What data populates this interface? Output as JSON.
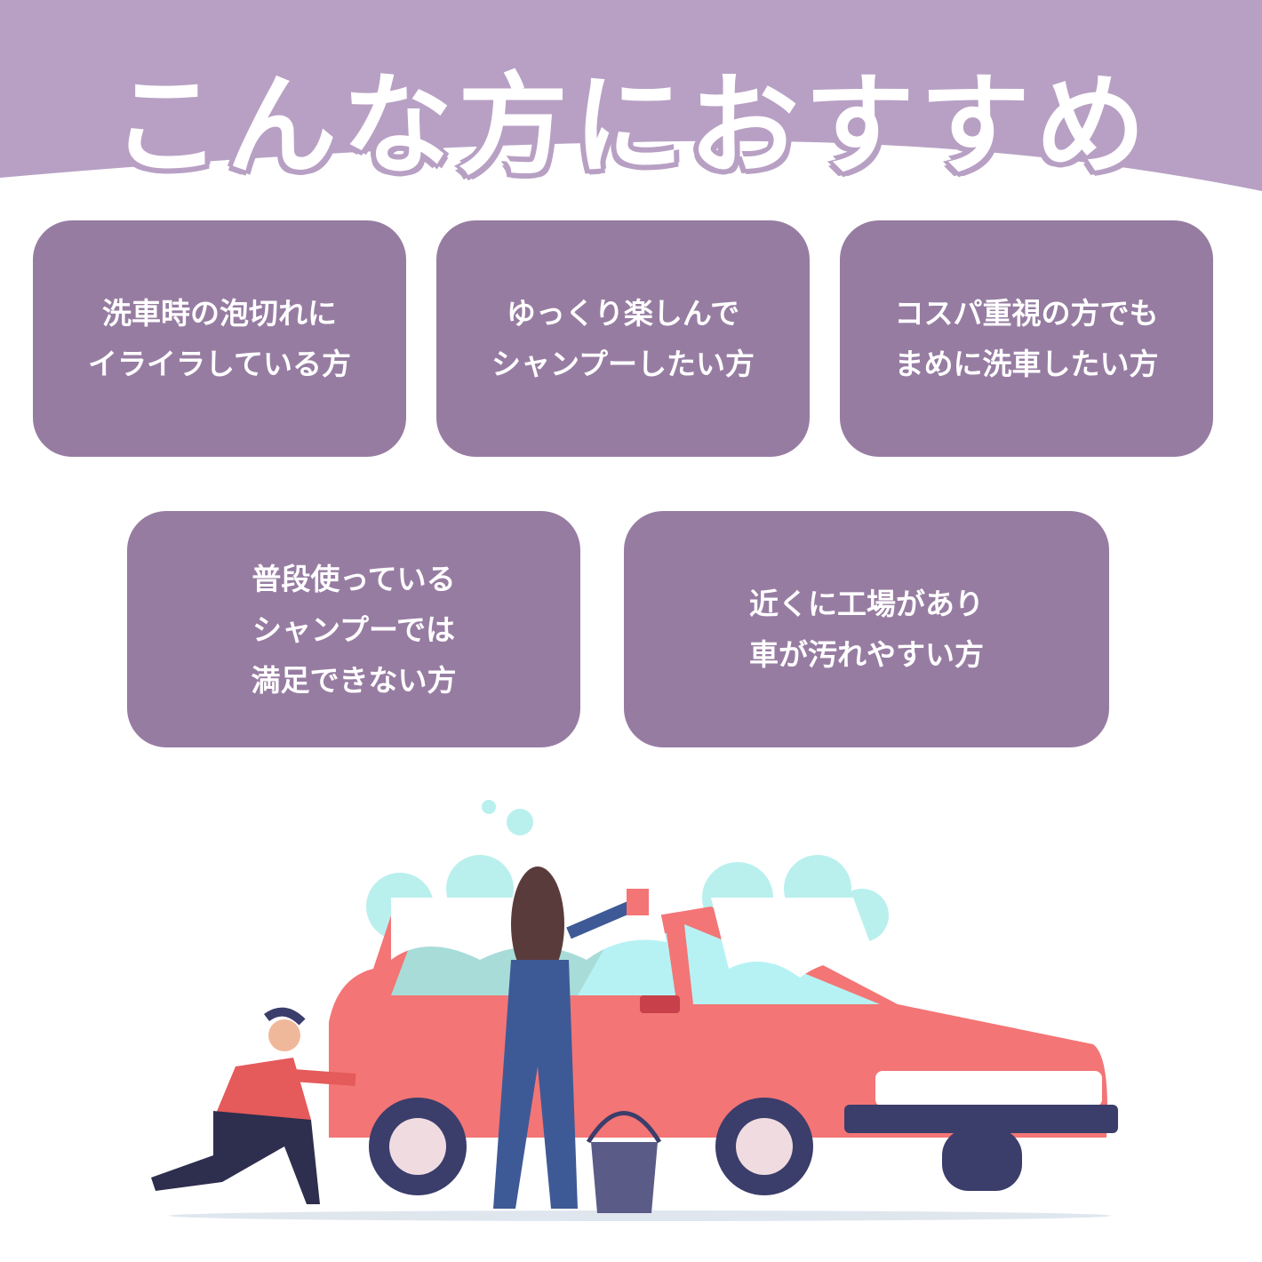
{
  "header": {
    "title": "こんな方におすすめ"
  },
  "cards": [
    {
      "lines": [
        "洗車時の泡切れに",
        "イライラしている方"
      ]
    },
    {
      "lines": [
        "ゆっくり楽しんで",
        "シャンプーしたい方"
      ]
    },
    {
      "lines": [
        "コスパ重視の方でも",
        "まめに洗車したい方"
      ]
    },
    {
      "lines": [
        "普段使っている",
        "シャンプーでは",
        "満足できない方"
      ]
    },
    {
      "lines": [
        "近くに工場があり",
        "車が汚れやすい方"
      ]
    }
  ],
  "colors": {
    "header": "#b8a0c4",
    "card": "#977ca2",
    "car": "#f26d6d"
  }
}
